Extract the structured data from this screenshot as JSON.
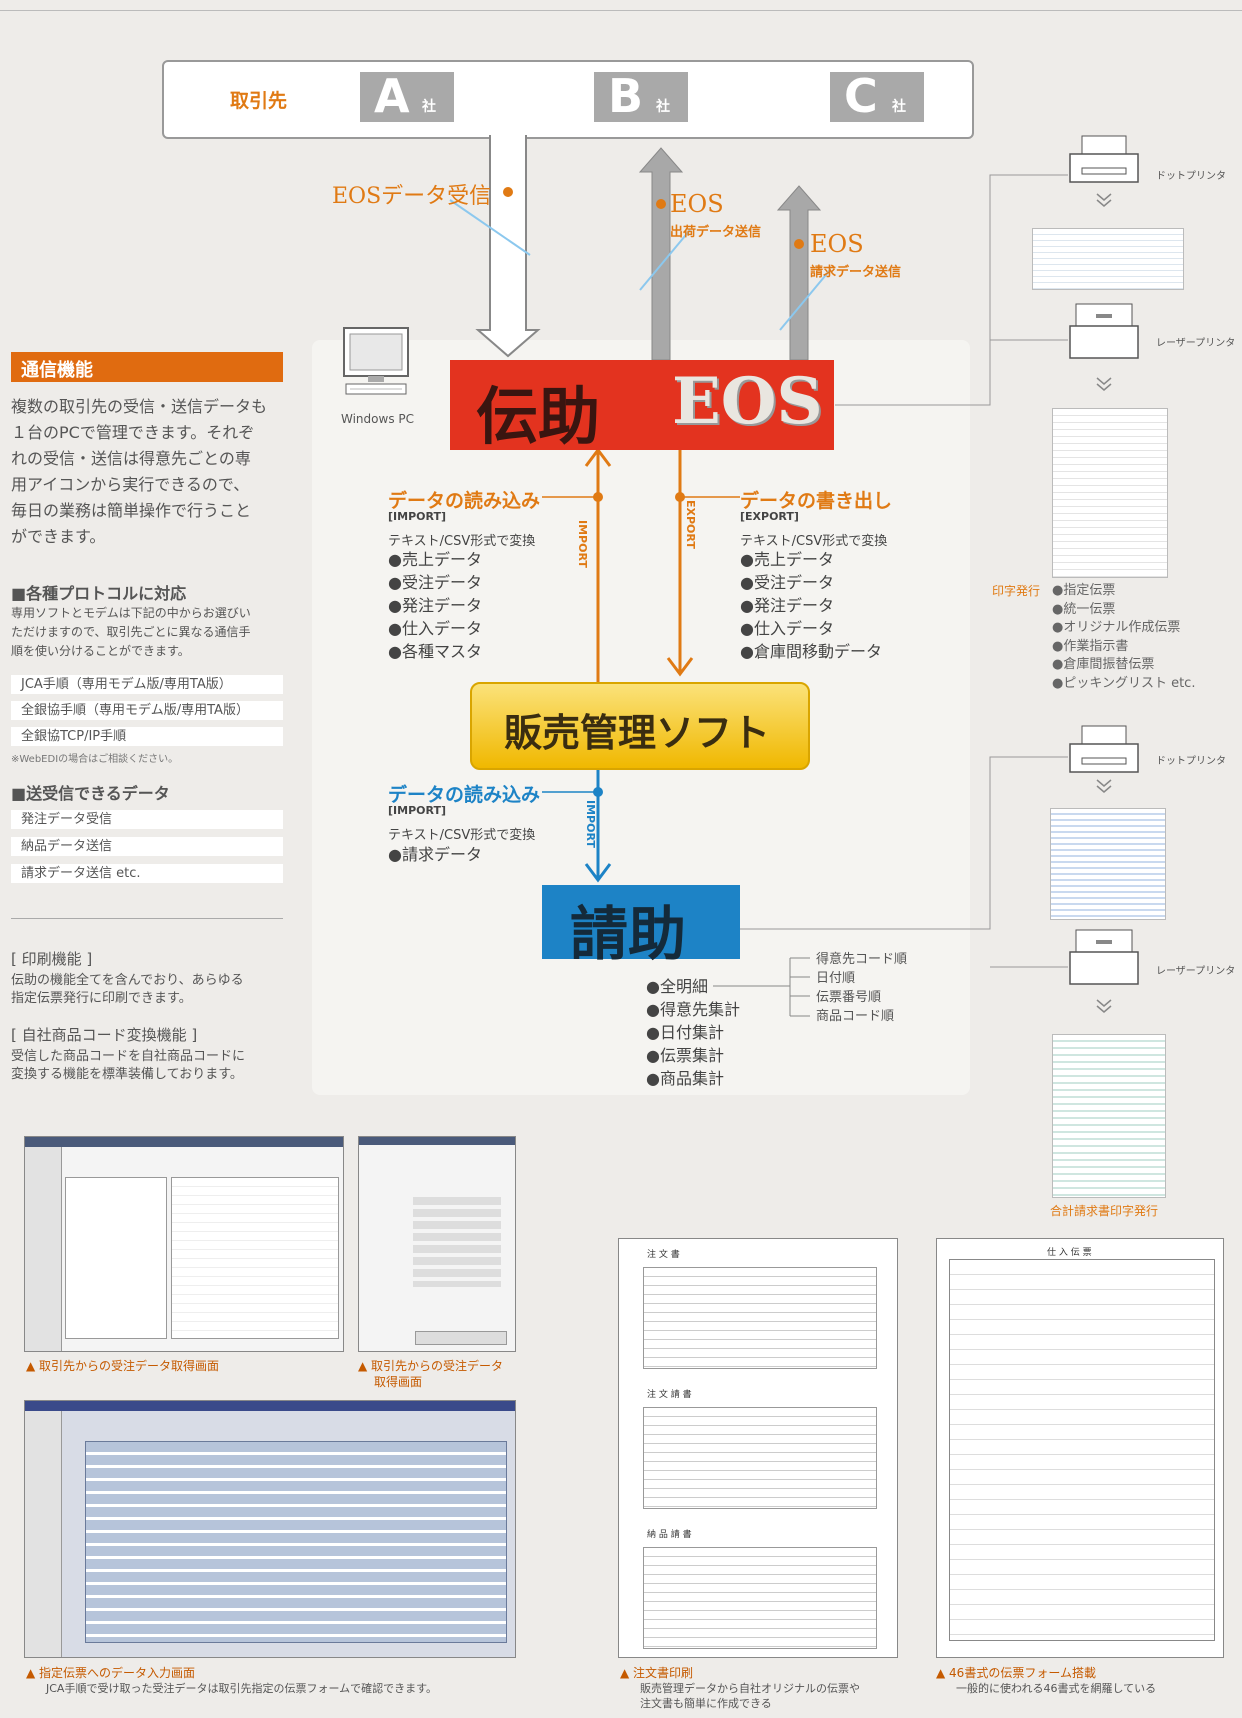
{
  "clients": {
    "label": "取引先",
    "companies": [
      {
        "letter": "A",
        "suffix": "社"
      },
      {
        "letter": "B",
        "suffix": "社"
      },
      {
        "letter": "C",
        "suffix": "社"
      }
    ]
  },
  "eos": {
    "receive": "EOSデータ受信",
    "ship_top": "EOS",
    "ship_sub": "出荷データ送信",
    "bill_top": "EOS",
    "bill_sub": "請求データ送信"
  },
  "products": {
    "densuke": "伝助",
    "densuke_eos": "EOS",
    "hanbai": "販売管理ソフト",
    "seisuke": "請助",
    "pc_label": "Windows PC"
  },
  "import1": {
    "title": "データの読み込み",
    "sub": "[IMPORT]",
    "conv": "テキスト/CSV形式で変換",
    "items": [
      "●売上データ",
      "●受注データ",
      "●発注データ",
      "●仕入データ",
      "●各種マスタ"
    ],
    "arrow": "IMPORT"
  },
  "export1": {
    "title": "データの書き出し",
    "sub": "[EXPORT]",
    "conv": "テキスト/CSV形式で変換",
    "items": [
      "●売上データ",
      "●受注データ",
      "●発注データ",
      "●仕入データ",
      "●倉庫間移動データ"
    ],
    "arrow": "EXPORT"
  },
  "import2": {
    "title": "データの読み込み",
    "sub": "[IMPORT]",
    "conv": "テキスト/CSV形式で変換",
    "items": [
      "●請求データ"
    ],
    "arrow": "IMPORT"
  },
  "seisuke_items": [
    "●全明細",
    "●得意先集計",
    "●日付集計",
    "●伝票集計",
    "●商品集計"
  ],
  "sort_items": [
    "得意先コード順",
    "日付順",
    "伝票番号順",
    "商品コード順"
  ],
  "left": {
    "comm_title": "通信機能",
    "comm_body": [
      "複数の取引先の受信・送信データも",
      "１台のPCで管理できます。それぞ",
      "れの受信・送信は得意先ごとの専",
      "用アイコンから実行できるので、",
      "毎日の業務は簡単操作で行うこと",
      "ができます。"
    ],
    "proto_title": "■各種プロトコルに対応",
    "proto_body": [
      "専用ソフトとモデムは下記の中からお選びい",
      "ただけますので、取引先ごとに異なる通信手",
      "順を使い分けることができます。"
    ],
    "protocols": [
      "JCA手順（専用モデム版/専用TA版）",
      "全銀協手順（専用モデム版/専用TA版）",
      "全銀協TCP/IP手順"
    ],
    "webedi": "※WebEDIの場合はご相談ください。",
    "data_title": "■送受信できるデータ",
    "data_items": [
      "発注データ受信",
      "納品データ送信",
      "請求データ送信 etc."
    ],
    "print_title": "[ 印刷機能 ]",
    "print_body": [
      "伝助の機能全てを含んでおり、あらゆる",
      "指定伝票発行に印刷できます。"
    ],
    "code_title": "[ 自社商品コード変換機能 ]",
    "code_body": [
      "受信した商品コードを自社商品コードに",
      "変換する機能を標準装備しております。"
    ]
  },
  "right": {
    "dot": "ドットプリンタ",
    "laser": "レーザープリンタ",
    "print_issue": "印字発行",
    "print_list": [
      "●指定伝票",
      "●統一伝票",
      "●オリジナル作成伝票",
      "●作業指示書",
      "●倉庫間振替伝票",
      "●ピッキングリスト etc."
    ],
    "bill_caption": "合計請求書印字発行"
  },
  "screens": {
    "cap1": "▲ 取引先からの受注データ取得画面",
    "cap2a": "▲ 取引先からの受注データ",
    "cap2b": "取得画面",
    "cap3": "▲ 指定伝票へのデータ入力画面",
    "cap3_sub": "JCA手順で受け取った受注データは取引先指定の伝票フォームで確認できます。",
    "cap4": "▲ 注文書印刷",
    "cap4_sub1": "販売管理データから自社オリジナルの伝票や",
    "cap4_sub2": "注文書も簡単に作成できる",
    "cap5": "▲ 46書式の伝票フォーム搭載",
    "cap5_sub": "一般的に使われる46書式を網羅している",
    "doc_title": "注 文 書",
    "doc_title2": "注 文 請 書",
    "doc_title3": "納 品 請 書",
    "form_title": "仕 入 伝 票"
  },
  "colors": {
    "orange": "#e07a14",
    "blue": "#1d83c6",
    "red": "#e3331f",
    "gold": "#f0b800"
  }
}
